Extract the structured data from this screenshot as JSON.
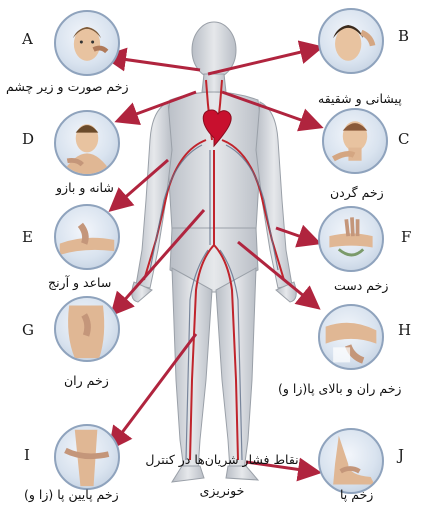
{
  "labels": {
    "a": {
      "letter": "A",
      "caption": "زخم صورت و زیر چشم"
    },
    "b": {
      "letter": "B",
      "caption": "پیشانی و شقیقه"
    },
    "c": {
      "letter": "C",
      "caption": "زخم گردن"
    },
    "d": {
      "letter": "D",
      "caption": "شانه و بازو"
    },
    "e": {
      "letter": "E",
      "caption": "ساعد و آرنج"
    },
    "f": {
      "letter": "F",
      "caption": "زخم دست"
    },
    "g": {
      "letter": "G",
      "caption": "زخم ران"
    },
    "h": {
      "letter": "H",
      "caption": "زخم ران و بالای پا(زا و)"
    },
    "i": {
      "letter": "I",
      "caption": "زخم پایین پا (زا و)"
    },
    "j": {
      "letter": "J",
      "caption": "زخم پا"
    }
  },
  "title_line1": "نقاط فشار شریان‌ها در کنترل",
  "title_line2": "خونریزی",
  "colors": {
    "arrow": "#b0243e",
    "artery": "#c0242c",
    "body": "#c9cdd3",
    "circle_border": "#8fa3bd"
  },
  "icons": [
    "face-icon",
    "head-icon",
    "neck-icon",
    "shoulder-icon",
    "elbow-icon",
    "hand-icon",
    "thigh-icon",
    "knee-icon",
    "lower-leg-icon",
    "foot-icon",
    "heart-icon"
  ]
}
